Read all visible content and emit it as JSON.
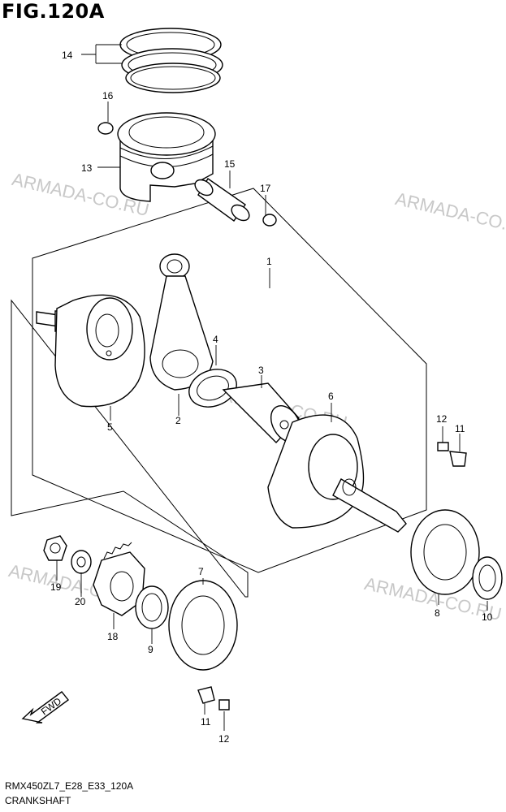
{
  "figure": {
    "title": "FIG.120A",
    "model_code": "RMX450ZL7_E28_E33_120A",
    "caption": "CRANKSHAFT",
    "watermark": "ARMADA-CO.RU",
    "fwd_label": "FWD"
  },
  "callouts": [
    {
      "id": "c14",
      "label": "14"
    },
    {
      "id": "c16",
      "label": "16"
    },
    {
      "id": "c13",
      "label": "13"
    },
    {
      "id": "c15",
      "label": "15"
    },
    {
      "id": "c17",
      "label": "17"
    },
    {
      "id": "c1",
      "label": "1"
    },
    {
      "id": "c4",
      "label": "4"
    },
    {
      "id": "c3",
      "label": "3"
    },
    {
      "id": "c6",
      "label": "6"
    },
    {
      "id": "c5",
      "label": "5"
    },
    {
      "id": "c2",
      "label": "2"
    },
    {
      "id": "c12a",
      "label": "12"
    },
    {
      "id": "c11a",
      "label": "11"
    },
    {
      "id": "c19",
      "label": "19"
    },
    {
      "id": "c20",
      "label": "20"
    },
    {
      "id": "c18",
      "label": "18"
    },
    {
      "id": "c9",
      "label": "9"
    },
    {
      "id": "c7",
      "label": "7"
    },
    {
      "id": "c8",
      "label": "8"
    },
    {
      "id": "c10",
      "label": "10"
    },
    {
      "id": "c11b",
      "label": "11"
    },
    {
      "id": "c12b",
      "label": "12"
    }
  ],
  "colors": {
    "line": "#000000",
    "watermark": "#c8c8c8",
    "background": "#ffffff"
  }
}
